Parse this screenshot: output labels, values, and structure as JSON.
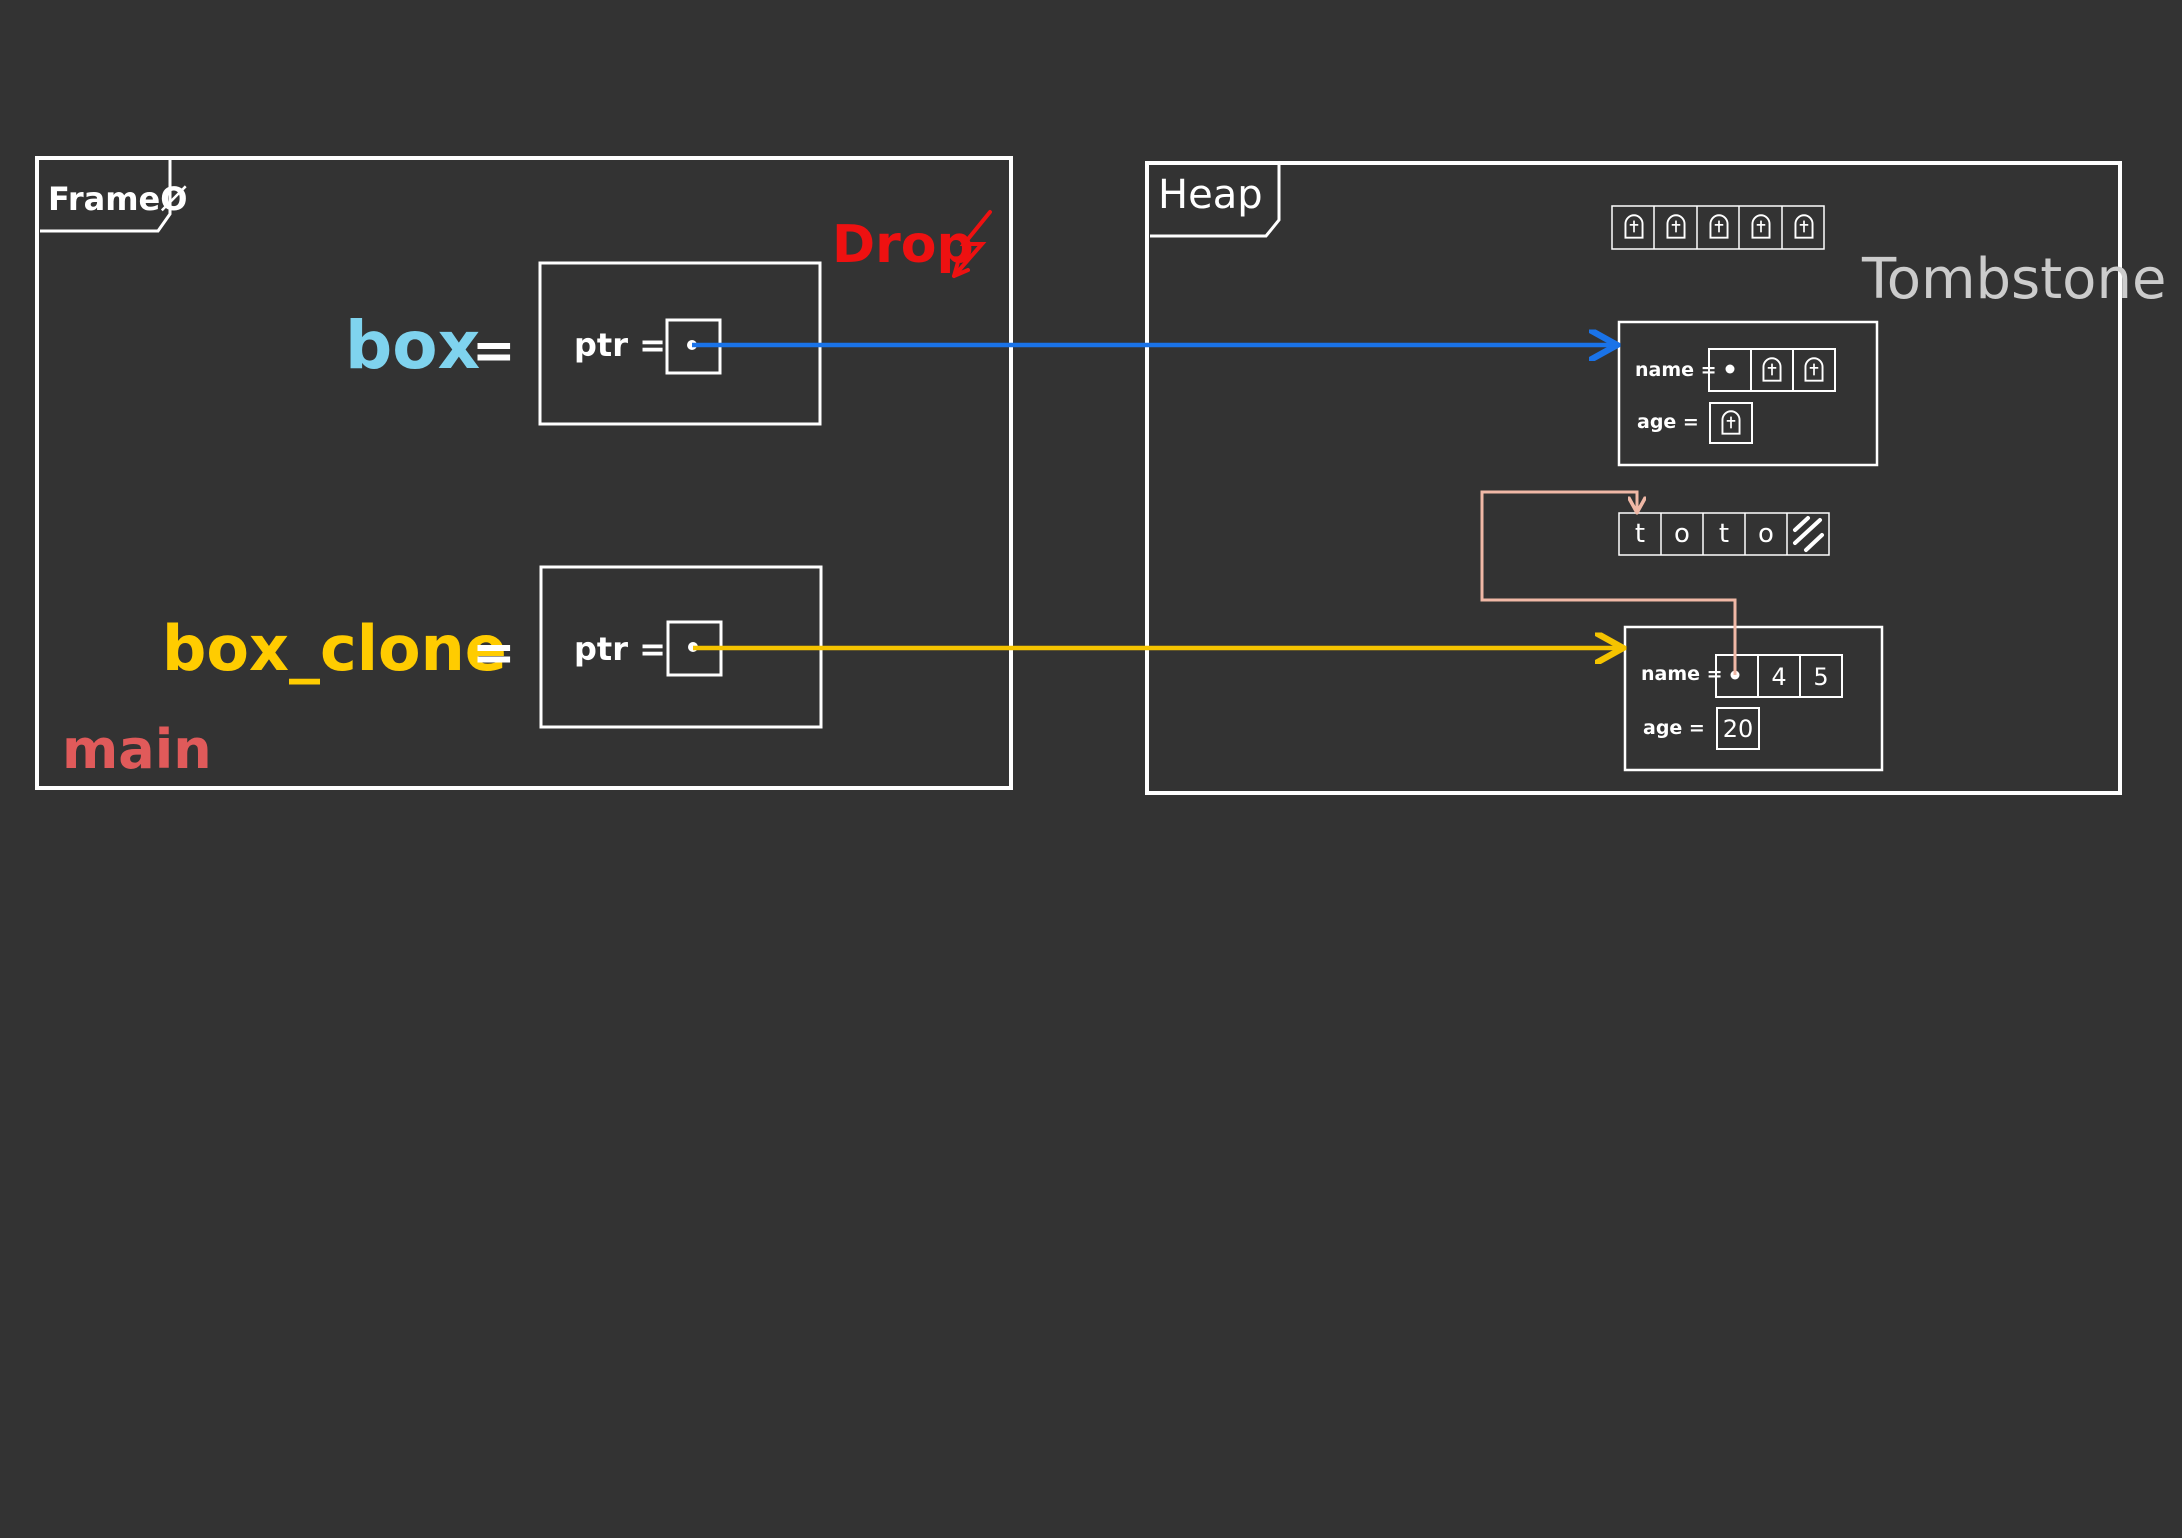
{
  "frame": {
    "title": "FrameØ",
    "label_main": "main",
    "drop_label": "Drop",
    "drop_bolt": "⚡",
    "var_box": "box",
    "var_box_clone": "box_clone",
    "equals": "=",
    "ptr_label": "ptr ="
  },
  "heap": {
    "title": "Heap",
    "tombstone_label": "Tombstone",
    "tombstone_icon": "tombstone-icon",
    "dropped_struct": {
      "name_label": "name =",
      "age_label": "age ="
    },
    "string_cells": [
      "t",
      "o",
      "t",
      "o"
    ],
    "live_struct": {
      "name_label": "name =",
      "name_len": "4",
      "name_cap": "5",
      "age_label": "age =",
      "age_value": "20"
    }
  },
  "colors": {
    "background": "#333333",
    "box_var": "#7fd3ee",
    "box_clone_var": "#ffcc00",
    "main_label": "#e05a5a",
    "drop": "#ee1111",
    "blue_arrow": "#1a73e8",
    "yellow_arrow": "#f5c400",
    "string_pointer": "#f0b8a6",
    "tombstone_text": "#cccccc"
  }
}
